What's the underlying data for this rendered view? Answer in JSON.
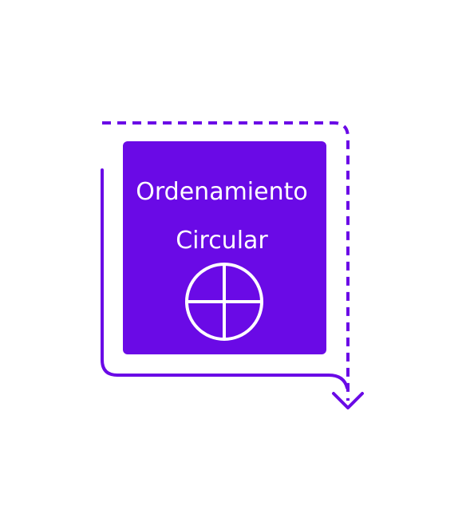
{
  "card": {
    "title_line1": "Ordenamiento",
    "title_line2": "Circular"
  },
  "colors": {
    "card_fill": "#6a0ae6",
    "arrow_stroke": "#6a0ae6",
    "text": "#ffffff",
    "background": "#ffffff"
  },
  "icons": {
    "card_icon": "circle-cross-icon",
    "arrow_dashed": "dashed-path-arrow",
    "arrow_solid": "solid-path-arrow"
  }
}
